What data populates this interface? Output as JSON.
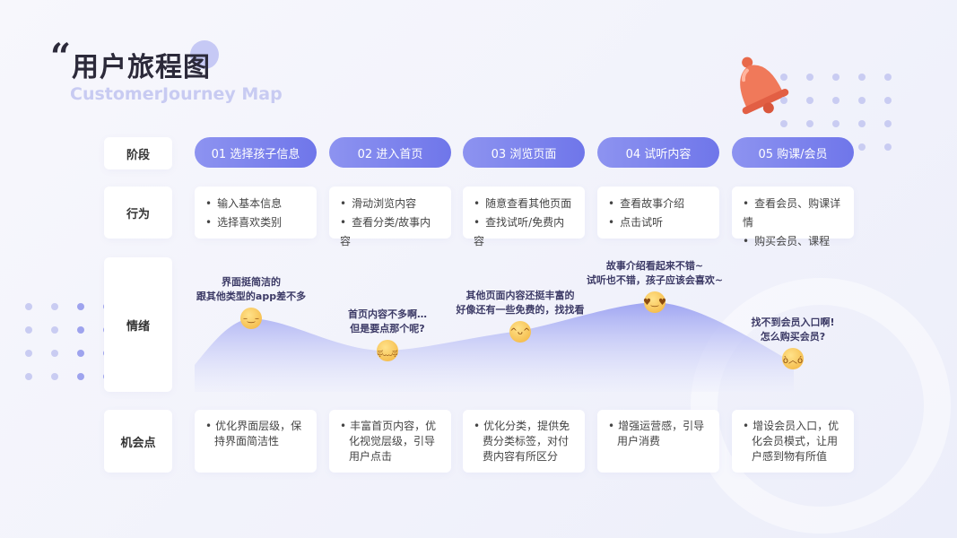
{
  "header": {
    "quote": "“",
    "title": "用户旅程图",
    "subtitle": "CustomerJourney Map"
  },
  "rows": {
    "stage": "阶段",
    "behavior": "行为",
    "emotion": "情绪",
    "opportunity": "机会点"
  },
  "stages": [
    {
      "label": "01 选择孩子信息",
      "behaviors": [
        "输入基本信息",
        "选择喜欢类别"
      ],
      "emotion": [
        "界面挺简洁的",
        "跟其他类型的app差不多"
      ],
      "face": "neutral-face-icon",
      "opportunity": "优化界面层级，保持界面简洁性"
    },
    {
      "label": "02 进入首页",
      "behaviors": [
        "滑动浏览内容",
        "查看分类/故事内容"
      ],
      "emotion": [
        "首页内容不多啊…",
        "但是要点那个呢?"
      ],
      "face": "sweat-face-icon",
      "opportunity": "丰富首页内容，优化视觉层级，引导用户点击"
    },
    {
      "label": "03 浏览页面",
      "behaviors": [
        "随意查看其他页面",
        "查找试听/免费内容"
      ],
      "emotion": [
        "其他页面内容还挺丰富的",
        "好像还有一些免费的，找找看"
      ],
      "face": "yum-face-icon",
      "opportunity": "优化分类，提供免费分类标签，对付费内容有所区分"
    },
    {
      "label": "04 试听内容",
      "behaviors": [
        "查看故事介绍",
        "点击试听"
      ],
      "emotion": [
        "故事介绍看起来不错~",
        "试听也不错，孩子应该会喜欢~"
      ],
      "face": "heart-eyes-face-icon",
      "opportunity": "增强运营感，引导用户消费"
    },
    {
      "label": "05 购课/会员",
      "behaviors": [
        "查看会员、购课详情",
        "购买会员、课程"
      ],
      "emotion": [
        "找不到会员入口啊!",
        "怎么购买会员?"
      ],
      "face": "angry-face-icon",
      "opportunity": "增设会员入口，优化会员模式，让用户感到物有所值"
    }
  ],
  "emotion_levels": [
    0.55,
    0.3,
    0.45,
    0.65,
    0.25
  ]
}
